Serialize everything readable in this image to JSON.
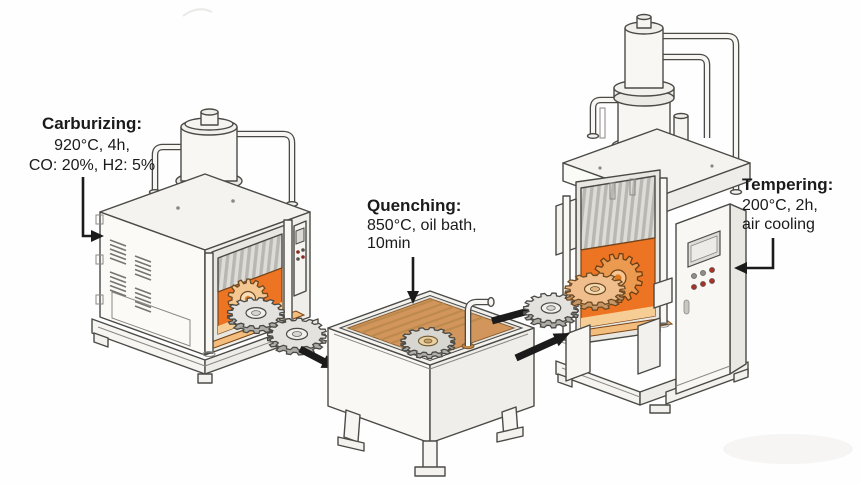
{
  "stations": {
    "carburizing": {
      "title": "Carburizing:",
      "line1": "920°C, 4h,",
      "line2": "CO: 20%, H2: 5%"
    },
    "quenching": {
      "title": "Quenching:",
      "line1": "850°C, oil bath,",
      "line2": "10min"
    },
    "tempering": {
      "title": "Tempering:",
      "line1": "200°C, 2h,",
      "line2": "air cooling"
    }
  },
  "process_flow": [
    "Carburizing",
    "Quenching",
    "Tempering"
  ],
  "colors": {
    "furnace_glow": "#ed7423",
    "furnace_floor": "#f7cd96",
    "hearth_ledge": "#f3bd7d",
    "oil_bath": "#d2955c",
    "hot_gear": "#f0bd8c",
    "steel_gear": "#e3e2de",
    "indicator_red": "#a83228",
    "arrow": "#1b1b1b",
    "outline": "#4a4a46",
    "text": "#1b1b1b",
    "background": "#ffffff"
  }
}
